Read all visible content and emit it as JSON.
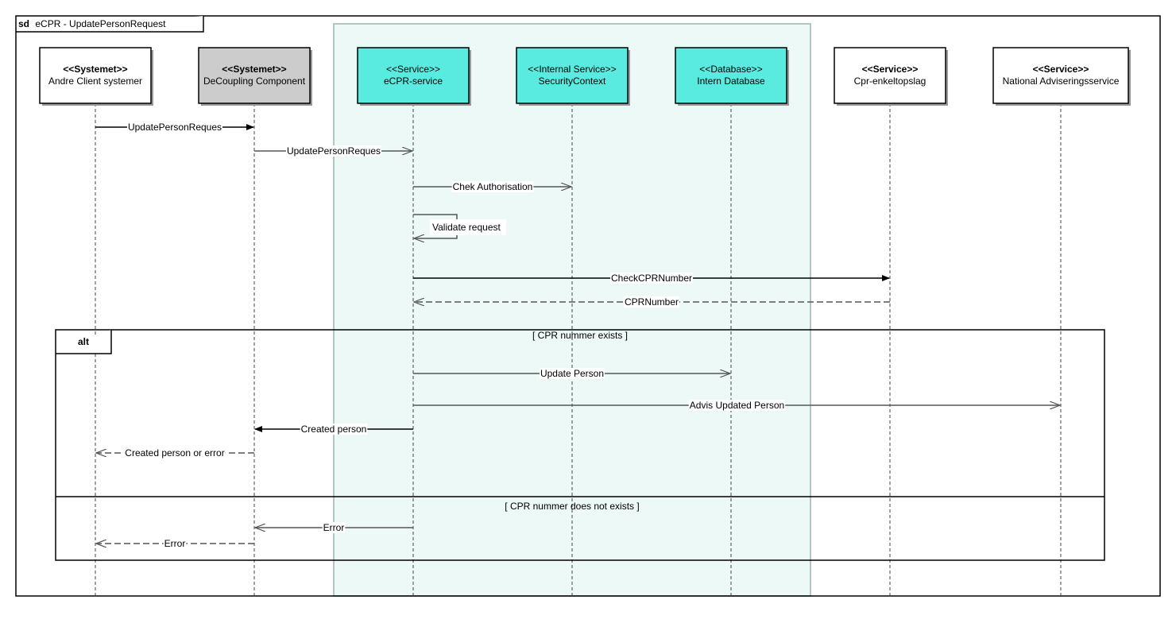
{
  "frame": {
    "keyword": "sd",
    "title": "eCPR - UpdatePersonRequest"
  },
  "colors": {
    "service_fill": "#5aebe0",
    "system_gray_fill": "#cccccc",
    "group_band_fill": "#ecf9f6",
    "group_band_stroke": "#b0c8c2"
  },
  "lifelines": [
    {
      "id": "andre",
      "stereotype": "<<Systemet>>",
      "name": "Andre Client systemer",
      "stereo_bold": true,
      "style": "white"
    },
    {
      "id": "decoup",
      "stereotype": "<<Systemet>>",
      "name": "DeCoupling Component",
      "stereo_bold": true,
      "style": "gray"
    },
    {
      "id": "ecpr",
      "stereotype": "<<Service>>",
      "name": "eCPR-service",
      "stereo_bold": false,
      "style": "cyan"
    },
    {
      "id": "security",
      "stereotype": "<<Internal Service>>",
      "name": "SecurityContext",
      "stereo_bold": false,
      "style": "cyan"
    },
    {
      "id": "db",
      "stereotype": "<<Database>>",
      "name": "Intern Database",
      "stereo_bold": false,
      "style": "cyan"
    },
    {
      "id": "cpr",
      "stereotype": "<<Service>>",
      "name": "Cpr-enkeltopslag",
      "stereo_bold": true,
      "style": "white"
    },
    {
      "id": "national",
      "stereotype": "<<Service>>",
      "name": "National Adviseringsservice",
      "stereo_bold": true,
      "style": "white"
    }
  ],
  "messages": [
    {
      "from": "andre",
      "to": "decoup",
      "label": "UpdatePersonReques",
      "kind": "sync"
    },
    {
      "from": "decoup",
      "to": "ecpr",
      "label": "UpdatePersonReques",
      "kind": "async"
    },
    {
      "from": "ecpr",
      "to": "security",
      "label": "Chek Authorisation",
      "kind": "async"
    },
    {
      "from": "ecpr",
      "to": "ecpr",
      "label": "Validate request",
      "kind": "self"
    },
    {
      "from": "ecpr",
      "to": "cpr",
      "label": "CheckCPRNumber",
      "kind": "sync"
    },
    {
      "from": "cpr",
      "to": "ecpr",
      "label": "CPRNumber",
      "kind": "reply"
    }
  ],
  "fragment": {
    "operator": "alt",
    "operands": [
      {
        "guard": "[ CPR nummer exists ]",
        "messages": [
          {
            "from": "ecpr",
            "to": "db",
            "label": "Update Person",
            "kind": "async"
          },
          {
            "from": "ecpr",
            "to": "national",
            "label": "Advis Updated Person",
            "kind": "async"
          },
          {
            "from": "ecpr",
            "to": "decoup",
            "label": "Created person",
            "kind": "sync"
          },
          {
            "from": "decoup",
            "to": "andre",
            "label": "Created person or error",
            "kind": "reply"
          }
        ]
      },
      {
        "guard": "[ CPR nummer does not exists ]",
        "messages": [
          {
            "from": "ecpr",
            "to": "decoup",
            "label": "Error",
            "kind": "async"
          },
          {
            "from": "decoup",
            "to": "andre",
            "label": "Error",
            "kind": "reply"
          }
        ]
      }
    ]
  }
}
